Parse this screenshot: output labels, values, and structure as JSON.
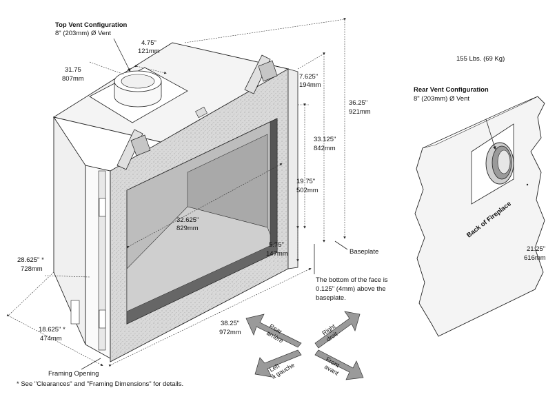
{
  "top_vent": {
    "title": "Top Vent Configuration",
    "size": "8\" (203mm) Ø Vent"
  },
  "rear_vent": {
    "title": "Rear Vent Configuration",
    "size": "8\" (203mm) Ø Vent"
  },
  "weight": "155 Lbs. (69 Kg)",
  "dims": {
    "d_475_in": "4.75\"",
    "d_475_mm": "121mm",
    "d_3175_in": "31.75",
    "d_3175_mm": "807mm",
    "d_7625_in": "7.625\"",
    "d_7625_mm": "194mm",
    "d_3625_in": "36.25\"",
    "d_3625_mm": "921mm",
    "d_33125_in": "33.125\"",
    "d_33125_mm": "842mm",
    "d_1975_in": "19.75\"",
    "d_1975_mm": "502mm",
    "d_32625_in": "32.625\"",
    "d_32625_mm": "829mm",
    "d_575_in": "5.75\"",
    "d_575_mm": "147mm",
    "d_28625_in": "28.625\" *",
    "d_28625_mm": "728mm",
    "d_18625_in": "18.625\" *",
    "d_18625_mm": "474mm",
    "d_3825_in": "38.25\"",
    "d_3825_mm": "972mm",
    "d_2125_in": "21.25\"",
    "d_2125_mm": "616mm"
  },
  "labels": {
    "baseplate": "Baseplate",
    "face_note_1": "The bottom of the face is",
    "face_note_2": "0.125\" (4mm) above the",
    "face_note_3": "baseplate.",
    "framing_opening": "Framing Opening",
    "footnote": "* See \"Clearances\" and \"Framing Dimensions\" for details.",
    "back_of_fireplace": "Back of Fireplace"
  },
  "directions": {
    "rear_1": "Rear",
    "rear_2": "arrière",
    "right_1": "Right",
    "right_2": "droit",
    "left_1": "Left",
    "left_2": "à gauche",
    "front_1": "Front",
    "front_2": "avant"
  },
  "colors": {
    "line": "#222222",
    "fill_light": "#f2f2f2",
    "fill_gray": "#c8c8c8",
    "fill_dark": "#8a8a8a",
    "arrow_fill": "#9a9a9a"
  }
}
